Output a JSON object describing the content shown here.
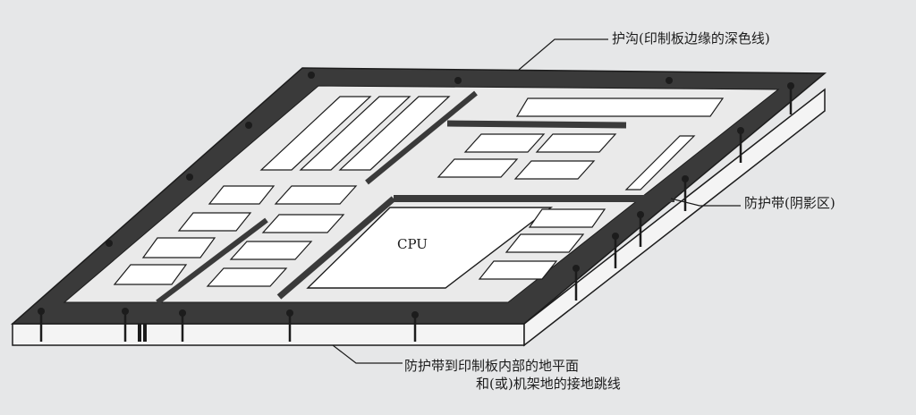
{
  "labels": {
    "cpu": "CPU",
    "trench": "护沟(印制板边缘的深色线)",
    "guard_band": "防护带(阴影区)",
    "jumper_line1": "防护带到印制板内部的地平面",
    "jumper_line2": "和(或)机架地的接地跳线"
  },
  "colors": {
    "background": "#e6e7e8",
    "board_dark": "#3a3a3a",
    "board_light": "#eaeaea",
    "ink": "#1c1c1c"
  }
}
